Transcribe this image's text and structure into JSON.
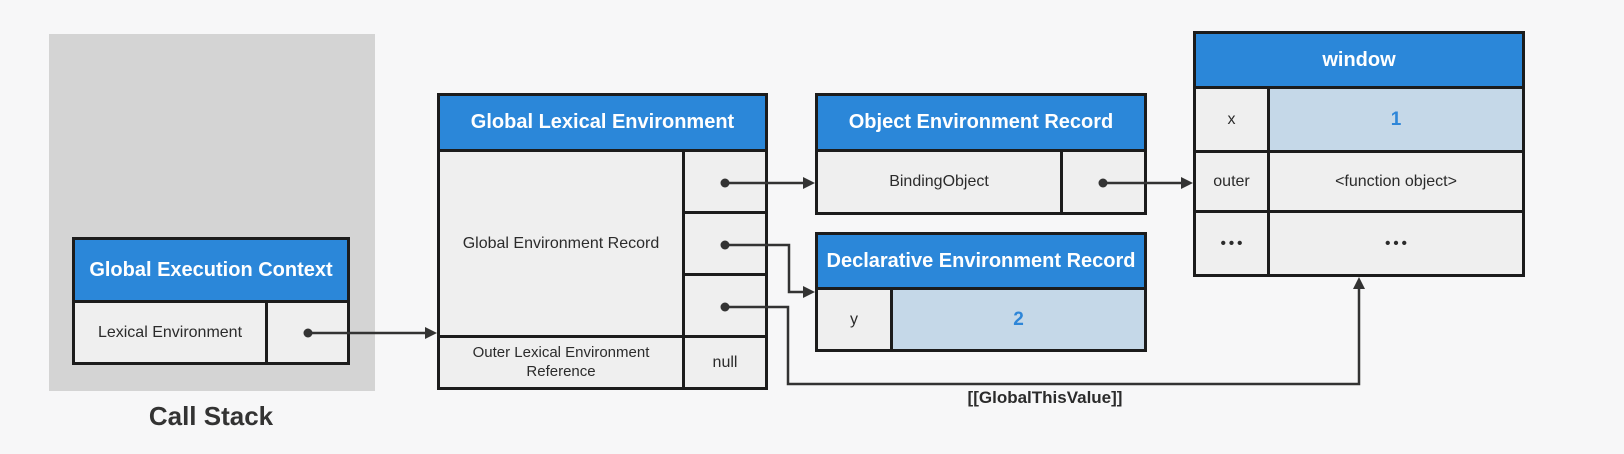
{
  "colors": {
    "header_blue": "#2b87d9",
    "highlight_fill": "#c5d8e8",
    "value_blue": "#2e86d8",
    "panel_gray": "#d4d4d4",
    "cell_gray": "#efefef",
    "border_dark": "#1c1c1c",
    "background": "#f7f7f8"
  },
  "call_stack": {
    "caption": "Call Stack",
    "context": {
      "title": "Global Execution Context",
      "row_label": "Lexical Environment"
    }
  },
  "global_lexical_environment": {
    "title": "Global Lexical Environment",
    "record_label": "Global Environment Record",
    "outer_reference_label": "Outer Lexical Environment Reference",
    "outer_reference_value": "null"
  },
  "object_environment_record": {
    "title": "Object Environment Record",
    "binding_label": "BindingObject"
  },
  "declarative_environment_record": {
    "title": "Declarative Environment Record",
    "rows": [
      {
        "key": "y",
        "value": "2"
      }
    ]
  },
  "window_object": {
    "title": "window",
    "rows": [
      {
        "key": "x",
        "value": "1"
      },
      {
        "key": "outer",
        "value": "<function object>"
      },
      {
        "key": "•••",
        "value": "•••"
      }
    ]
  },
  "annotations": {
    "global_this_value_label": "[[GlobalThisValue]]"
  }
}
